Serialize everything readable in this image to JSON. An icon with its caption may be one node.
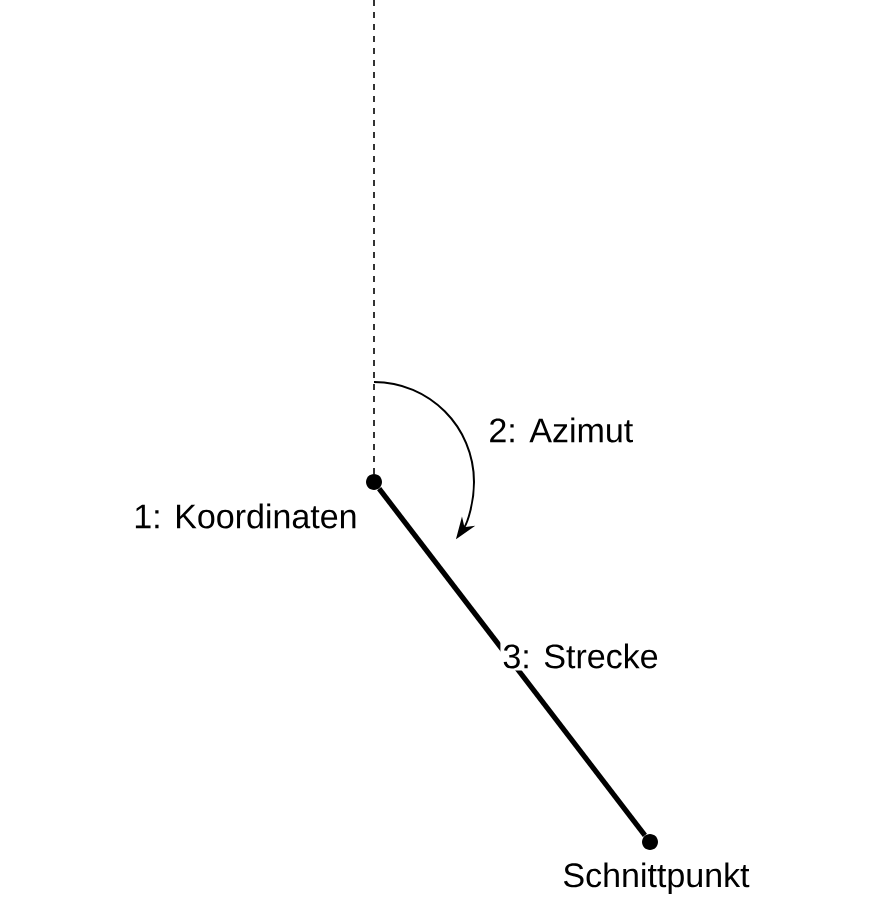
{
  "diagram": {
    "nodes": [
      {
        "text": [],
        "shape": "circle",
        "beside": [
          "1: Koordinaten"
        ]
      },
      {
        "text": [],
        "shape": "circle",
        "beside": [
          "Schnittpunkt"
        ]
      }
    ],
    "edges": [
      {
        "from": 0,
        "to": 1,
        "arrow": "none",
        "label": "3: Strecke"
      }
    ],
    "labels": [
      "2: Azimut"
    ]
  }
}
